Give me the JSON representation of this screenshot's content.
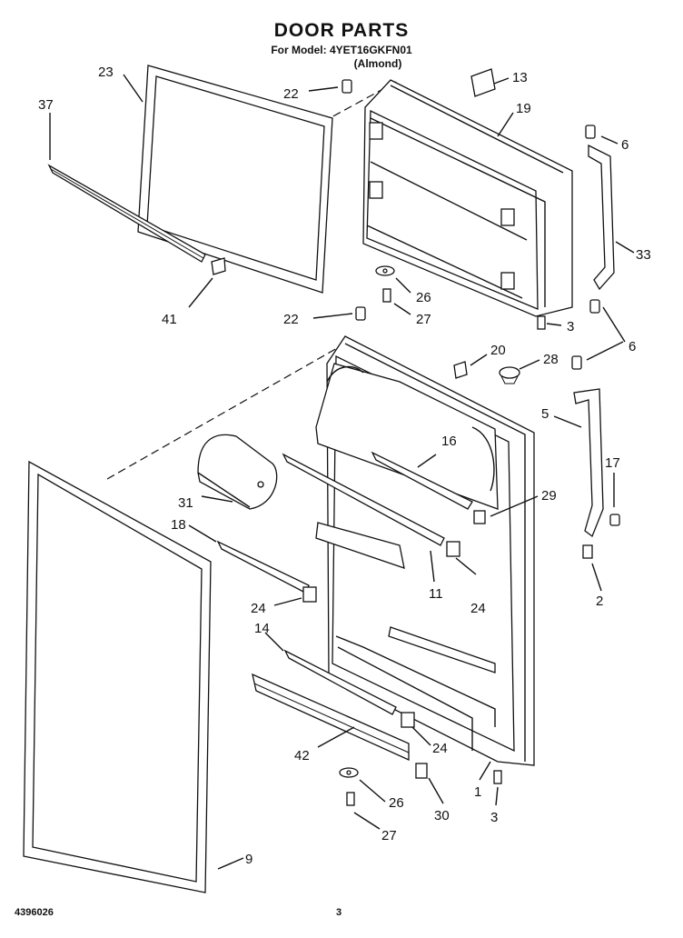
{
  "header": {
    "title": "DOOR PARTS",
    "model_line": "For Model: 4YET16GKFN01",
    "variant": "(Almond)"
  },
  "footer": {
    "doc_number": "4396026",
    "page_number": "3"
  },
  "callouts": {
    "c23": "23",
    "c37": "37",
    "c22a": "22",
    "c13": "13",
    "c19": "19",
    "c6a": "6",
    "c33": "33",
    "c41": "41",
    "c26a": "26",
    "c27a": "27",
    "c22b": "22",
    "c3a": "3",
    "c6b": "6",
    "c20": "20",
    "c28": "28",
    "c5": "5",
    "c16": "16",
    "c17": "17",
    "c29": "29",
    "c31": "31",
    "c18": "18",
    "c2": "2",
    "c24a": "24",
    "c11": "11",
    "c24b": "24",
    "c14": "14",
    "c42": "42",
    "c24c": "24",
    "c1": "1",
    "c26b": "26",
    "c30": "30",
    "c3b": "3",
    "c27b": "27",
    "c9": "9"
  }
}
